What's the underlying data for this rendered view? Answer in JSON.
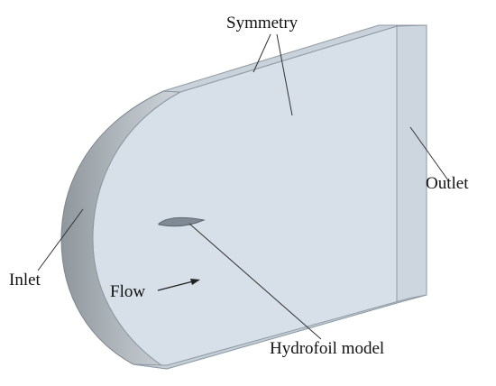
{
  "labels": {
    "symmetry": "Symmetry",
    "outlet": "Outlet",
    "inlet": "Inlet",
    "flow": "Flow",
    "hydrofoil": "Hydrofoil model"
  },
  "colors": {
    "face": "#d7e0e8",
    "edge": "#8f9aa4",
    "side_dark": "#8f979d",
    "side_light": "#c8ced3",
    "thickness": "#c9d2da",
    "foil": "#7f8a94",
    "leader": "#333333"
  }
}
